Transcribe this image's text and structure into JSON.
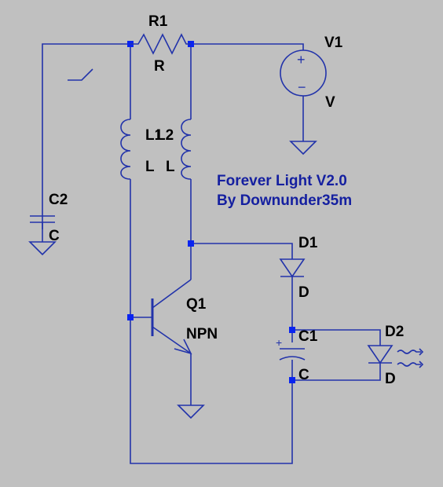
{
  "schematic": {
    "title_line1": "Forever Light V2.0",
    "title_line2": "By Downunder35m",
    "wire_color": "#2233aa",
    "junction_color": "#0a24f0",
    "background": "#c0c0c0",
    "components": {
      "r1": {
        "name": "R1",
        "value": "R"
      },
      "v1": {
        "name": "V1",
        "value": "V",
        "plus": "+",
        "minus": "−"
      },
      "l1": {
        "name": "L1",
        "value": "L"
      },
      "l2": {
        "name": "L2",
        "value": "L"
      },
      "c2": {
        "name": "C2",
        "value": "C"
      },
      "c1": {
        "name": "C1",
        "value": "C",
        "plus": "+"
      },
      "d1": {
        "name": "D1",
        "value": "D"
      },
      "d2": {
        "name": "D2",
        "value": "D"
      },
      "q1": {
        "name": "Q1",
        "value": "NPN"
      }
    }
  }
}
